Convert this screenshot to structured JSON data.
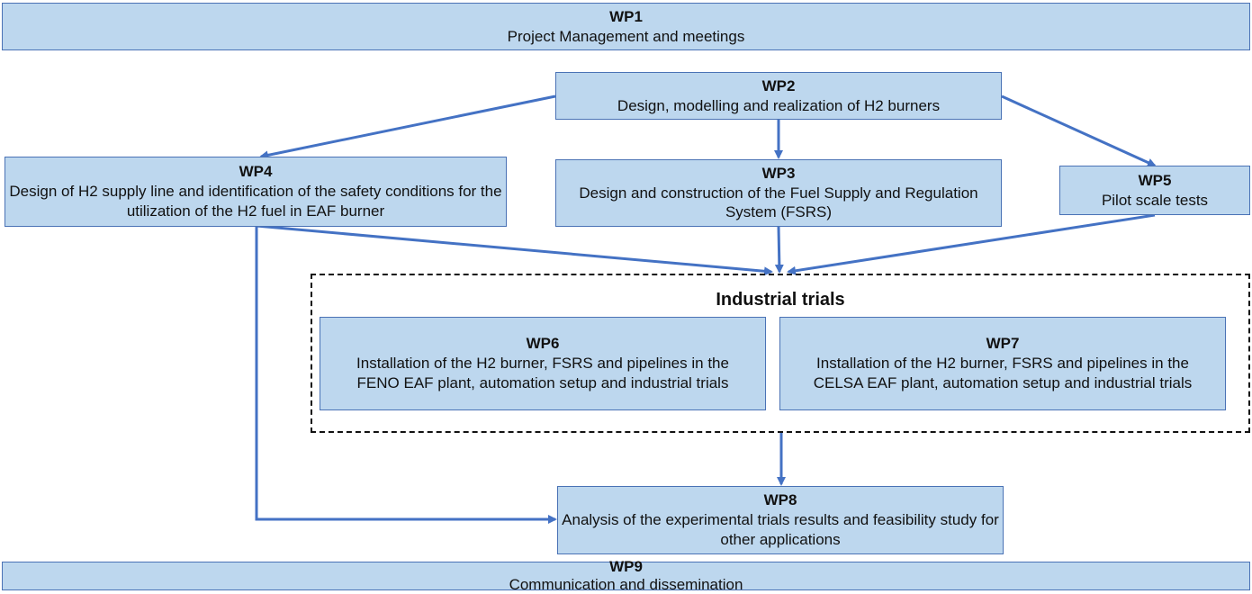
{
  "colors": {
    "box_fill": "#bdd7ee",
    "box_border": "#4a72b5",
    "arrow": "#4472c4",
    "dashed_border": "#111111"
  },
  "work_packages": {
    "wp1": {
      "title": "WP1",
      "desc": "Project Management and meetings"
    },
    "wp2": {
      "title": "WP2",
      "desc": "Design, modelling and realization of H2 burners"
    },
    "wp3": {
      "title": "WP3",
      "desc": "Design and construction of the Fuel Supply and Regulation System (FSRS)"
    },
    "wp4": {
      "title": "WP4",
      "desc": "Design of H2 supply line and identification of the safety conditions for the utilization of the H2 fuel in EAF burner"
    },
    "wp5": {
      "title": "WP5",
      "desc": "Pilot scale tests"
    },
    "wp6": {
      "title": "WP6",
      "desc": "Installation of the H2 burner, FSRS and pipelines in the FENO EAF plant, automation setup and industrial trials"
    },
    "wp7": {
      "title": "WP7",
      "desc": "Installation of the H2 burner, FSRS and pipelines in the CELSA EAF plant, automation setup and industrial trials"
    },
    "wp8": {
      "title": "WP8",
      "desc": "Analysis of the experimental trials results and feasibility study for other applications"
    },
    "wp9": {
      "title": "WP9",
      "desc": "Communication and dissemination"
    }
  },
  "industrial_trials": {
    "title": "Industrial trials"
  },
  "edges": [
    {
      "from": "WP2",
      "to": "WP4"
    },
    {
      "from": "WP2",
      "to": "WP3"
    },
    {
      "from": "WP2",
      "to": "WP5"
    },
    {
      "from": "WP4",
      "to": "Industrial trials"
    },
    {
      "from": "WP3",
      "to": "Industrial trials"
    },
    {
      "from": "WP5",
      "to": "Industrial trials"
    },
    {
      "from": "Industrial trials",
      "to": "WP8"
    },
    {
      "from": "WP4",
      "to": "WP8"
    }
  ]
}
